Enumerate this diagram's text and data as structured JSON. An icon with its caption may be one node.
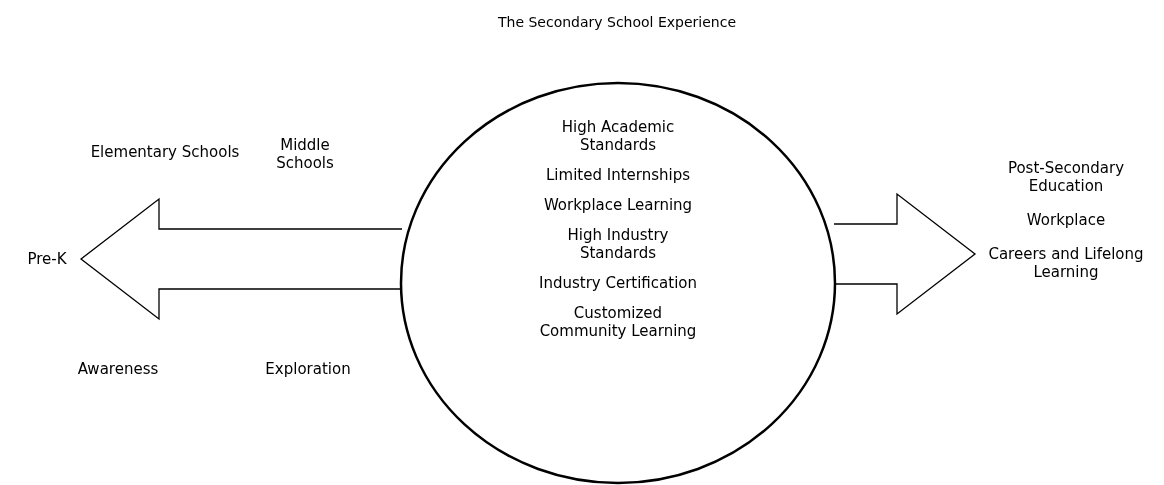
{
  "diagram": {
    "title": "The Secondary School Experience",
    "nodes": [
      {
        "text": [
          "High Academic Standards",
          "Limited Internships",
          "Workplace Learning",
          "High Industry Standards",
          "Industry Certification",
          "Customized Community Learning"
        ]
      },
      {
        "text": [
          "Pre-K"
        ]
      },
      {
        "text": [
          "Post-Secondary Education",
          "Workplace",
          "Careers and Lifelong Learning"
        ]
      }
    ],
    "edges": [
      {
        "from": 0,
        "to": 1,
        "arrow": "to",
        "style": "thick"
      },
      {
        "from": 0,
        "to": 2,
        "arrow": "to",
        "style": "thick"
      }
    ],
    "labels": [
      "Elementary Schools",
      "Middle Schools",
      "Awareness",
      "Exploration"
    ]
  }
}
